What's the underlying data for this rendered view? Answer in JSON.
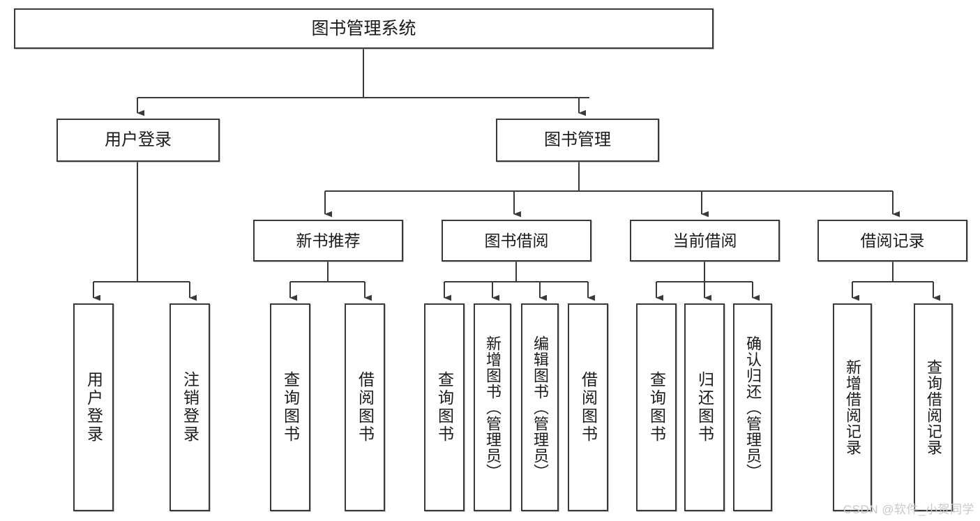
{
  "diagram": {
    "kind": "tree-hierarchy-chart",
    "title": "图书管理系统",
    "watermark": "CSDN @软件_小贺同学",
    "colors": {
      "box_border": "#3a3a3a",
      "box_fill": "#ffffff",
      "edge": "#3a3a3a",
      "background": "#ffffff",
      "watermark": "#c9c9c9"
    },
    "root": {
      "label": "图书管理系统"
    },
    "level2": [
      {
        "label": "用户登录"
      },
      {
        "label": "图书管理"
      }
    ],
    "level3": [
      {
        "label": "新书推荐"
      },
      {
        "label": "图书借阅"
      },
      {
        "label": "当前借阅"
      },
      {
        "label": "借阅记录"
      }
    ],
    "leaves": {
      "user_login": [
        {
          "label": "用户登录"
        },
        {
          "label": "注销登录"
        }
      ],
      "new_book_recommend": [
        {
          "label": "查询图书"
        },
        {
          "label": "借阅图书"
        }
      ],
      "book_borrow": [
        {
          "label": "查询图书"
        },
        {
          "label": "新增图书（管理员）"
        },
        {
          "label": "编辑图书（管理员）"
        },
        {
          "label": "借阅图书"
        }
      ],
      "current_borrow": [
        {
          "label": "查询图书"
        },
        {
          "label": "归还图书"
        },
        {
          "label": "确认归还（管理员）"
        }
      ],
      "borrow_record": [
        {
          "label": "新增借阅记录"
        },
        {
          "label": "查询借阅记录"
        }
      ]
    }
  }
}
